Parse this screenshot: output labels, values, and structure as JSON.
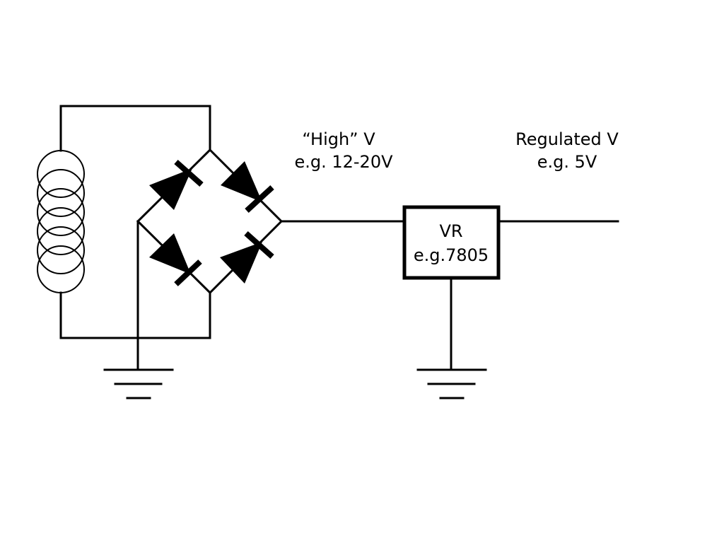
{
  "labels": {
    "high_v_line1": "“High” V",
    "high_v_line2": "e.g. 12-20V",
    "regulated_v_line1": "Regulated V",
    "regulated_v_line2": "e.g. 5V",
    "vr_line1": "VR",
    "vr_line2": "e.g.7805"
  },
  "components": {
    "transformer_coil": "coil-icon",
    "bridge_rectangifier": "diode-icon",
    "ground": "ground-icon"
  },
  "colors": {
    "line": "#000000",
    "background": "#ffffff"
  }
}
